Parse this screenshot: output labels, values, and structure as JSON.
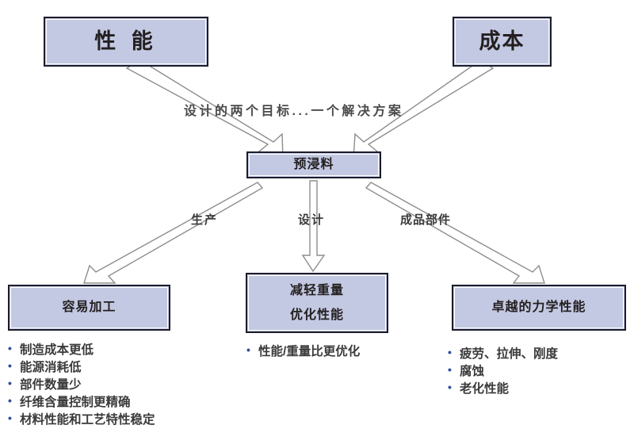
{
  "diagram": {
    "title_text": "设计的两个目标...一个解决方案",
    "colors": {
      "node_fill": "#c3c9e2",
      "node_border": "#1c1c2b",
      "bullet_marker": "#2f4f9e",
      "text": "#231f20",
      "arrow_stroke": "#8a8a8a",
      "background": "#ffffff"
    },
    "top_nodes": [
      {
        "id": "performance",
        "label": "性 能"
      },
      {
        "id": "cost",
        "label": "成本"
      }
    ],
    "center_node": {
      "id": "prepreg",
      "label": "预浸料"
    },
    "branch_labels": [
      {
        "id": "production",
        "label": "生产"
      },
      {
        "id": "design",
        "label": "设计"
      },
      {
        "id": "finished-part",
        "label": "成品部件"
      }
    ],
    "bottom_nodes": [
      {
        "id": "easy-processing",
        "label": "容易加工",
        "bullets": [
          "制造成本更低",
          "能源消耗低",
          "部件数量少",
          "纤维含量控制更精确",
          "材料性能和工艺特性稳定"
        ]
      },
      {
        "id": "weight-reduction",
        "label_line1": "减轻重量",
        "label_line2": "优化性能",
        "bullets": [
          "性能/重量比更优化"
        ]
      },
      {
        "id": "mechanical",
        "label": "卓越的力学性能",
        "bullets": [
          "疲劳、拉伸、刚度",
          "腐蚀",
          "老化性能"
        ]
      }
    ]
  }
}
